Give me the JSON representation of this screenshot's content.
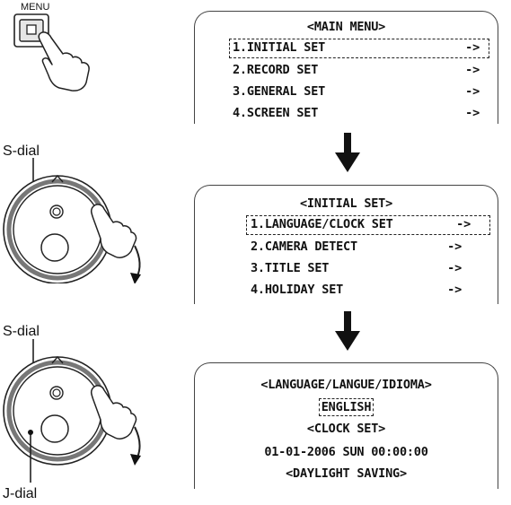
{
  "button_label": "MENU",
  "dial_labels": {
    "s_dial_1": "S-dial",
    "s_dial_2": "S-dial",
    "j_dial": "J-dial"
  },
  "screens": {
    "main_menu": {
      "title": "<MAIN MENU>",
      "items": [
        {
          "label": "1.INITIAL SET",
          "arrow": "->"
        },
        {
          "label": "2.RECORD SET",
          "arrow": "->"
        },
        {
          "label": "3.GENERAL SET",
          "arrow": "->"
        },
        {
          "label": "4.SCREEN SET",
          "arrow": "->"
        }
      ],
      "selected_index": 0
    },
    "initial_set": {
      "title": "<INITIAL SET>",
      "items": [
        {
          "label": "1.LANGUAGE/CLOCK SET",
          "arrow": "->"
        },
        {
          "label": "2.CAMERA DETECT",
          "arrow": "->"
        },
        {
          "label": "3.TITLE SET",
          "arrow": "->"
        },
        {
          "label": "4.HOLIDAY SET",
          "arrow": "->"
        }
      ],
      "selected_index": 0
    },
    "language_clock": {
      "language_heading": "<LANGUAGE/LANGUE/IDIOMA>",
      "language_value": "ENGLISH",
      "clock_heading": "<CLOCK SET>",
      "clock_value": "01-01-2006 SUN 00:00:00",
      "daylight_heading": "<DAYLIGHT SAVING>"
    }
  },
  "icons": [
    "menu-button-icon",
    "pointing-hand-icon",
    "dial-icon",
    "down-arrow-icon",
    "rotate-arrow-icon"
  ]
}
